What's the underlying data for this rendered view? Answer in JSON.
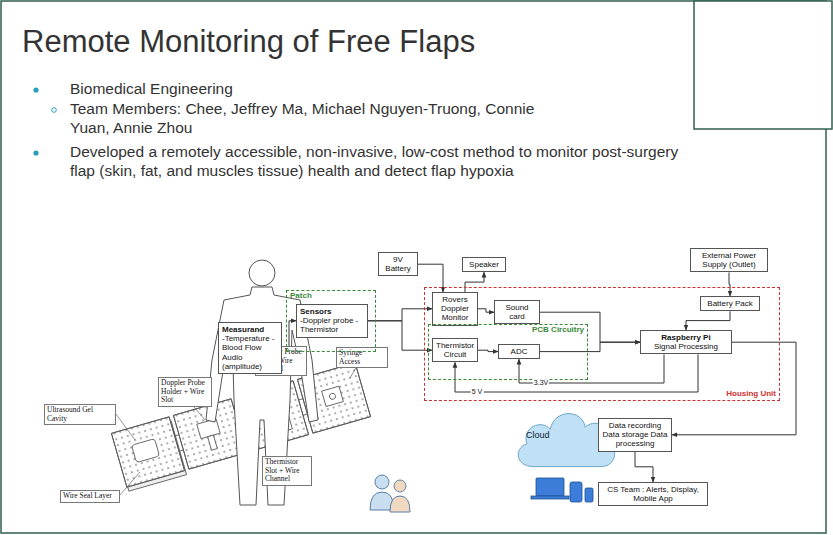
{
  "diagram": {
    "title": "Remote Monitoring of Free Flaps",
    "nodes": [
      {
        "text": [
          "Doppler Probe Slot + Wire Channel"
        ]
      },
      {
        "text": [
          "Syringe Access"
        ]
      },
      {
        "text": [
          "Doppler Probe Holder + Wire Slot"
        ]
      },
      {
        "text": [
          "Ultrasound Gel Cavity"
        ]
      },
      {
        "text": [
          "Thermistor Slot + Wire Channel"
        ]
      },
      {
        "text": [
          "Wire Seal Layer"
        ]
      },
      {
        "text": [
          "9V Battery"
        ]
      },
      {
        "text": [
          "Speaker"
        ]
      },
      {
        "text": [
          "External Power Supply (Outlet)"
        ]
      },
      {
        "text": [
          "Housing Unit"
        ]
      },
      {
        "text": [
          "Rovers Doppler Monitor"
        ],
        "in": 9
      },
      {
        "text": [
          "Sound card"
        ],
        "in": 9
      },
      {
        "text": [
          "Battery Pack"
        ],
        "in": 9
      },
      {
        "text": [
          "Patch"
        ]
      },
      {
        "text": [
          "Sensors",
          "-Doppler probe -Thermistor"
        ],
        "in": 13
      },
      {
        "text": [
          "Measurand",
          "-Temperature -Blood Flow Audio (amplitude)"
        ]
      },
      {
        "text": [
          "PCB Circuitry"
        ],
        "in": 9
      },
      {
        "text": [
          "Thermistor Circuit"
        ],
        "in": 16
      },
      {
        "text": [
          "ADC"
        ],
        "in": 16
      },
      {
        "text": [
          "Raspberry Pi",
          "Signal Processing"
        ],
        "in": 9
      },
      {
        "text": [
          "Cloud"
        ]
      },
      {
        "text": [
          "Data recording Data storage Data processing"
        ]
      },
      {
        "text": [
          "CS Team : Alerts, Display, Mobile App"
        ]
      }
    ],
    "edges": [
      {
        "from": 15,
        "to": 14,
        "arrow": "to"
      },
      {
        "from": 14,
        "to": 10,
        "arrow": "to"
      },
      {
        "from": 14,
        "to": 17,
        "arrow": "to"
      },
      {
        "from": 6,
        "to": 10,
        "arrow": "to"
      },
      {
        "from": 10,
        "to": 7,
        "arrow": "to"
      },
      {
        "from": 10,
        "to": 11,
        "arrow": "to"
      },
      {
        "from": 11,
        "to": 19,
        "arrow": "to"
      },
      {
        "from": 17,
        "to": 18,
        "arrow": "to"
      },
      {
        "from": 18,
        "to": 19,
        "arrow": "to"
      },
      {
        "from": 8,
        "to": 12,
        "arrow": "to"
      },
      {
        "from": 12,
        "to": 19,
        "arrow": "to"
      },
      {
        "from": 19,
        "to": 17,
        "label": "5 V",
        "arrow": "to"
      },
      {
        "from": 19,
        "to": 18,
        "label": "3.3V",
        "arrow": "to"
      },
      {
        "from": 19,
        "to": 21,
        "arrow": "to"
      },
      {
        "from": 21,
        "to": 22,
        "arrow": "to"
      }
    ],
    "labels": [
      "Biomedical Engineering",
      "Team Members: Chee, Jeffrey Ma, Michael Nguyen-Truong, Connie Yuan, Annie Zhou",
      "Developed a remotely accessible, non-invasive, low-cost method to monitor post-surgery flap (skin, fat, and muscles tissue) health and detect flap hypoxia"
    ]
  }
}
